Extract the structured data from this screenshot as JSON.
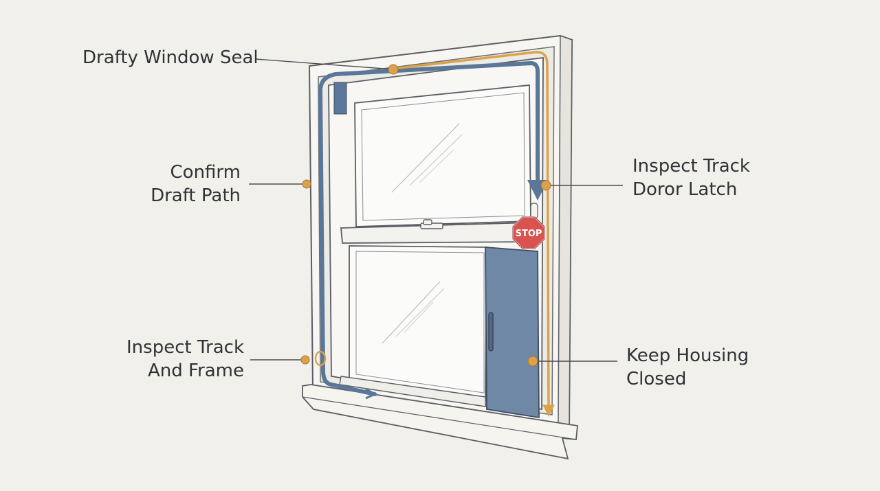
{
  "callouts": {
    "drafty_window_seal": {
      "lines": [
        "Drafty Window Seal"
      ]
    },
    "confirm_draft_path": {
      "lines": [
        "Confirm",
        "Draft Path"
      ]
    },
    "inspect_track_frame": {
      "lines": [
        "Inspect Track",
        "And Frame"
      ]
    },
    "inspect_track_latch": {
      "lines": [
        "Inspect Track",
        "Doror Latch"
      ]
    },
    "keep_housing_closed": {
      "lines": [
        "Keep Housing",
        "Closed"
      ]
    }
  },
  "stop_sign": {
    "label": "STOP",
    "color": "#d9534f"
  },
  "colors": {
    "background": "#f1f0eb",
    "frame": "#f7f6f2",
    "outline": "#5a5d62",
    "leader": "#4a4d52",
    "blue_path": "#5a7699",
    "orange_path": "#dba24a",
    "housing": "#6f88a6",
    "dot": "#dba24a"
  },
  "icons": {
    "stop": "stop-sign-icon",
    "latch": "sash-lock-icon",
    "handle": "housing-handle-icon",
    "arrow": "arrow-icon"
  }
}
